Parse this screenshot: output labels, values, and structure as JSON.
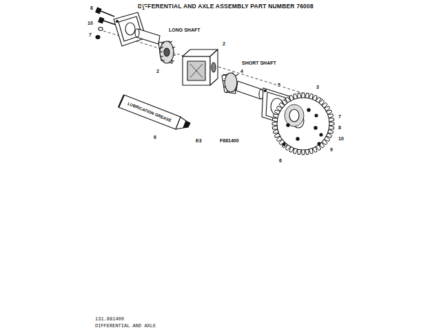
{
  "diagram": {
    "title": "DIFFERENTIAL AND AXLE ASSEMBLY PART NUMBER 76008",
    "labels": [
      "8",
      "1",
      "10",
      "7",
      "LONG SHAFT",
      "2",
      "2",
      "SHORT SHAFT",
      "4",
      "5",
      "3",
      "LUBRICATION GREASE",
      "6",
      "7",
      "8",
      "10",
      "9",
      "E3",
      "F881400",
      "131.881400",
      "DIFFERENTIAL AND AXLE",
      "6"
    ]
  }
}
